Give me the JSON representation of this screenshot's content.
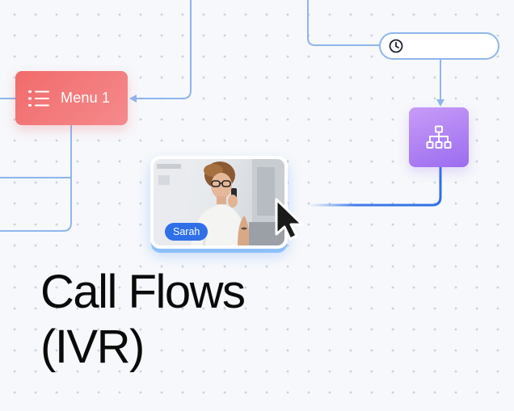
{
  "nodes": {
    "menu": {
      "label": "Menu 1",
      "icon": "list-icon",
      "color": "#f26b6b"
    },
    "timer": {
      "icon": "clock-icon",
      "border_color": "#8fb6ec"
    },
    "org_chart": {
      "icon": "org-chart-icon",
      "color": "#a778f2"
    }
  },
  "caller": {
    "name": "Sarah",
    "badge_color": "#2f6fe8"
  },
  "cursor": {
    "icon": "cursor-arrow-icon"
  },
  "headline": {
    "line1": "Call Flows",
    "line2": "(IVR)"
  },
  "colors": {
    "connector_light": "#8fb6ec",
    "connector_active": "#2f6fe8",
    "background": "#f6f8fb"
  }
}
